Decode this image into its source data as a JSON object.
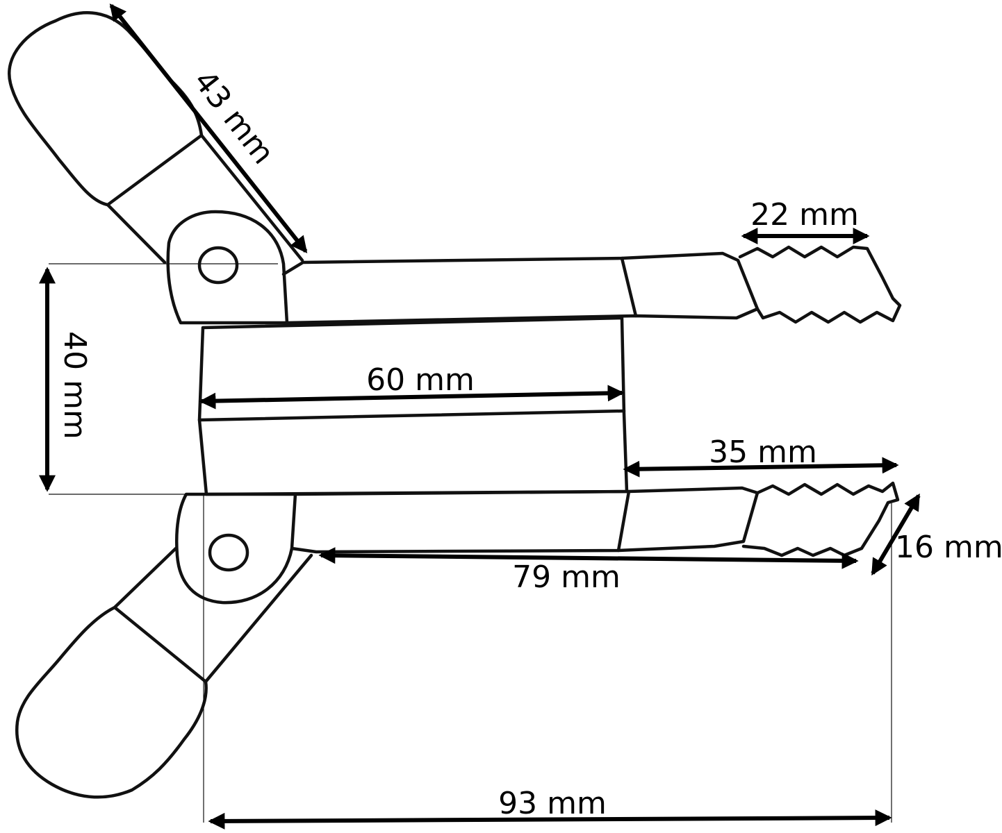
{
  "diagram": {
    "dimensions": {
      "handle_length": "43 mm",
      "jaw_tip_length": "22 mm",
      "height": "40 mm",
      "body_length": "60 mm",
      "jaw_length": "35 mm",
      "jaw_width": "16 mm",
      "arm_length": "79 mm",
      "overall_length": "93 mm"
    },
    "colors": {
      "stroke": "#111111",
      "background": "#ffffff"
    }
  }
}
